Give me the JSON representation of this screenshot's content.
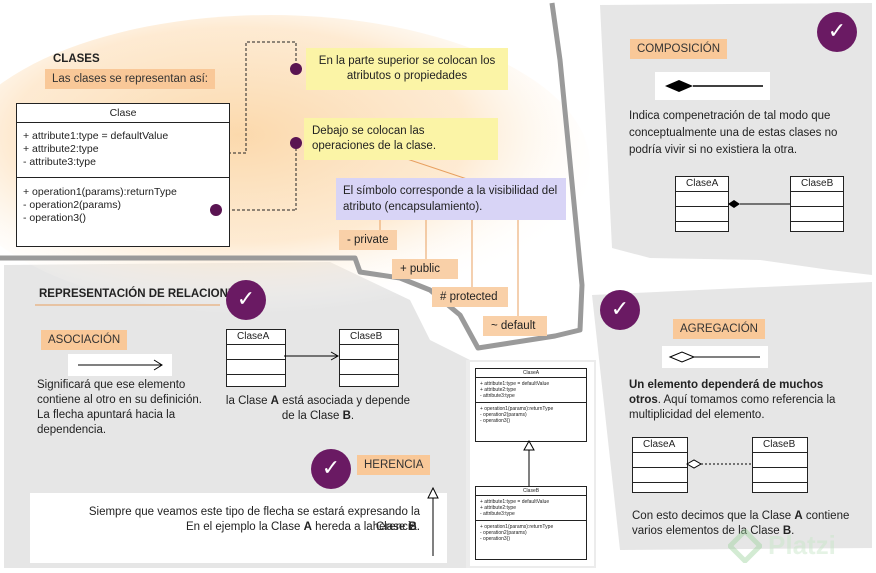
{
  "clases": {
    "title": "CLASES",
    "subtitle": "Las clases se representan así:",
    "uml_name": "Clase",
    "attributes": [
      "+ attribute1:type = defaultValue",
      "+ attribute2:type",
      "- attribute3:type"
    ],
    "operations": [
      "+ operation1(params):returnType",
      "- operation2(params)",
      "- operation3()"
    ],
    "note_attributes": "En la parte superior se colocan los atributos o propiedades",
    "note_operations": "Debajo se colocan las operaciones de la clase.",
    "note_visibility": "El símbolo corresponde a la visibilidad del atributo (encapsulamiento).",
    "visibility": [
      "- private",
      "+ public",
      "# protected",
      "~ default"
    ]
  },
  "composicion": {
    "title": "COMPOSICIÓN",
    "description": "Indica compenetración de tal modo que conceptualmente una de estas clases no podría vivir si no existiera la otra.",
    "class_a": "ClaseA",
    "class_b": "ClaseB"
  },
  "relaciones": {
    "title": "REPRESENTACIÓN DE RELACIONES"
  },
  "asociacion": {
    "title": "ASOCIACIÓN",
    "description": "Significará que ese elemento contiene al otro en su definición. La flecha apuntará hacia la dependencia.",
    "class_a": "ClaseA",
    "class_b": "ClaseB",
    "caption_pre": "la Clase ",
    "caption_a": "A",
    "caption_mid": " está asociada y depende de la Clase ",
    "caption_b": "B",
    "caption_end": "."
  },
  "herencia": {
    "title": "HERENCIA",
    "line1": "Siempre que veamos este tipo de flecha se estará expresando la herencia.",
    "line2_pre": "En el ejemplo la Clase ",
    "line2_a": "A",
    "line2_mid": " hereda a la Clase ",
    "line2_b": "B",
    "line2_end": ".",
    "class_a": "ClaseA",
    "class_b": "ClaseB",
    "mini_attributes": [
      "+ attribute1:type = defaultValue",
      "+ attribute2:type",
      "- attribute3:type"
    ],
    "mini_operations": [
      "+ operation1(params):returnType",
      "- operation2(params)",
      "- operation3()"
    ]
  },
  "agregacion": {
    "title": "AGREGACIÓN",
    "bold_text": "Un elemento dependerá de muchos otros",
    "text": ". Aquí tomamos como referencia la multiplicidad del elemento.",
    "class_a": "ClaseA",
    "class_b": "ClaseB",
    "caption_pre": "Con esto decimos que la Clase ",
    "caption_a": "A",
    "caption_mid": " contiene varios elementos de la Clase ",
    "caption_b": "B",
    "caption_end": "."
  },
  "brand": "Platzi",
  "colors": {
    "accent_purple": "#6a1a63",
    "tag_orange": "#f9c898",
    "note_yellow": "#fbf4a6",
    "note_lavender": "#d8d4f6",
    "panel_gray": "#e6e6e6",
    "divider_gray": "#9a9a9a"
  },
  "icons": [
    "check-icon",
    "diamond-filled-icon",
    "diamond-hollow-icon",
    "arrow-icon",
    "inheritance-arrow-icon"
  ]
}
